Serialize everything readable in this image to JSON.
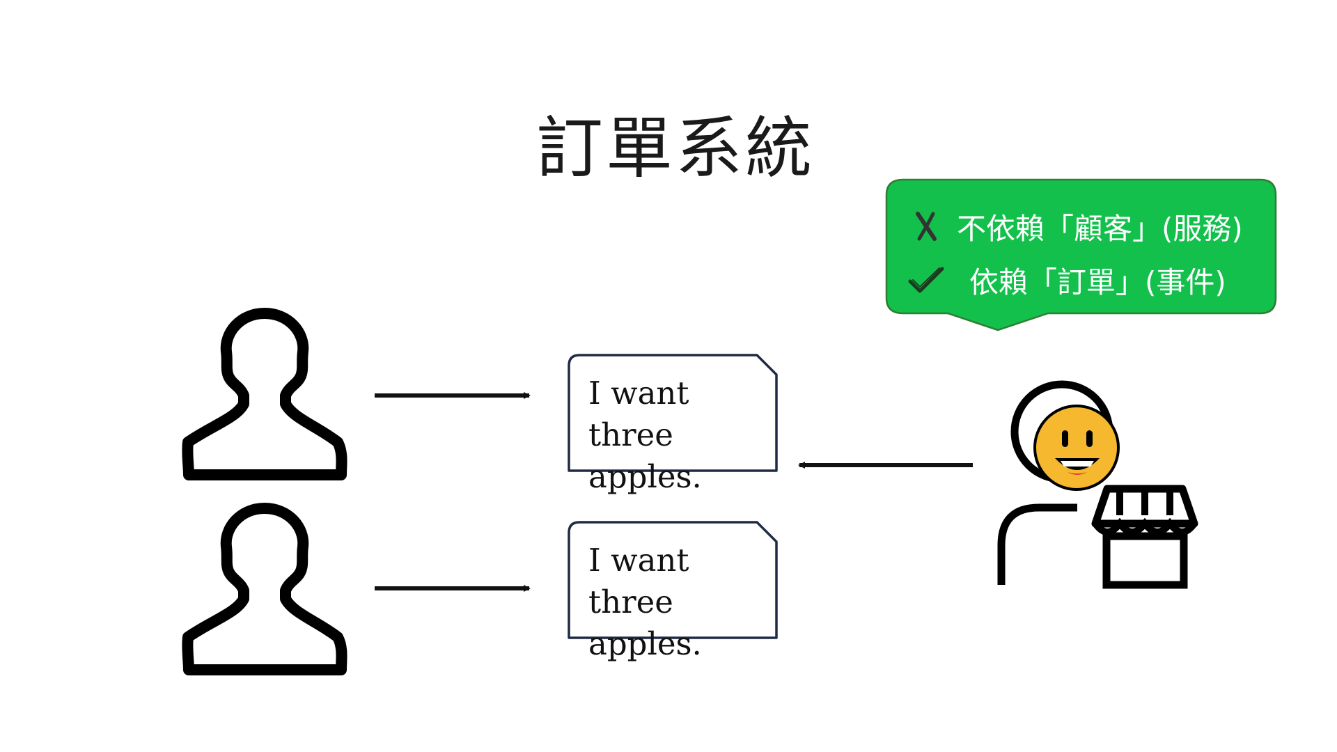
{
  "title": "訂單系統",
  "messages": [
    {
      "text": "I want three\napples."
    },
    {
      "text": "I want three\napples."
    }
  ],
  "callout": {
    "reject_icon": "cross-mark-icon",
    "reject_text": "不依賴「顧客」(服務)",
    "accept_icon": "check-mark-icon",
    "accept_text": "依賴「訂單」(事件)"
  },
  "icons": {
    "customer": "person-outline-icon",
    "shopkeeper": "smiling-shopkeeper-icon",
    "store": "storefront-icon"
  },
  "colors": {
    "callout_fill": "#12c04b",
    "callout_stroke": "#2e7d32",
    "note_border": "#1f2a44",
    "face": "#f5b82e",
    "line": "#111111"
  }
}
